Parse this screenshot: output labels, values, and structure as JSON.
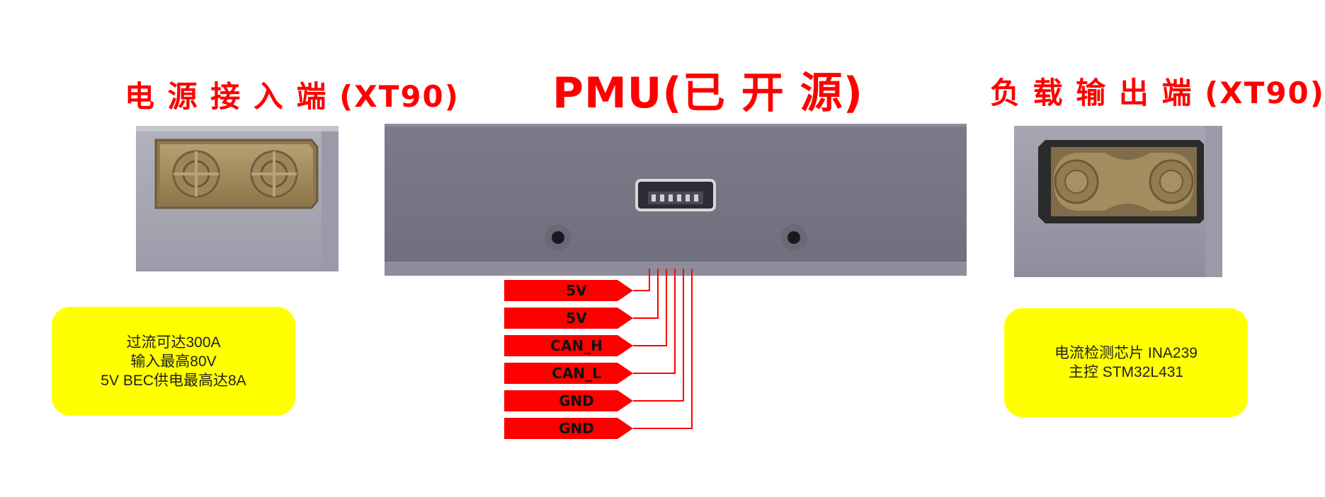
{
  "title_left": "电 源 接 入 端 (XT90)",
  "title_center": "PMU(已 开 源)",
  "title_right": "负 载 输 出 端 (XT90)",
  "note_left": [
    "过流可达300A",
    "输入最高80V",
    "5V BEC供电最高达8A"
  ],
  "note_right": [
    "电流检测芯片 INA239",
    "主控 STM32L431"
  ],
  "pins": [
    "5V",
    "5V",
    "CAN_H",
    "CAN_L",
    "GND",
    "GND"
  ],
  "colors": {
    "title_red": "#ff0000",
    "note_yellow": "#ffff00",
    "pin_red": "#ff0000",
    "housing_gray": "#7b7a86",
    "connector_brass": "#a28a5c"
  }
}
